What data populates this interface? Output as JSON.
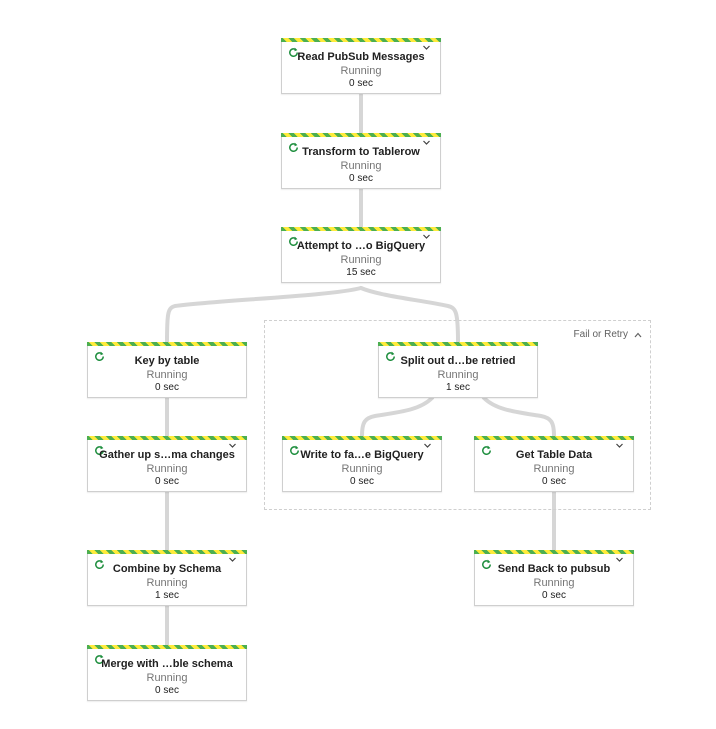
{
  "group": {
    "label": "Fail or Retry"
  },
  "steps": [
    {
      "title": "Read PubSub Messages",
      "status": "Running",
      "time": "0 sec"
    },
    {
      "title": "Transform to Tablerow",
      "status": "Running",
      "time": "0 sec"
    },
    {
      "title": "Attempt to …o BigQuery",
      "status": "Running",
      "time": "15 sec"
    },
    {
      "title": "Key by table",
      "status": "Running",
      "time": "0 sec"
    },
    {
      "title": "Gather up s…ma changes",
      "status": "Running",
      "time": "0 sec"
    },
    {
      "title": "Combine by Schema",
      "status": "Running",
      "time": "1 sec"
    },
    {
      "title": "Merge with …ble schema",
      "status": "Running",
      "time": "0 sec"
    },
    {
      "title": "Split out d…be retried",
      "status": "Running",
      "time": "1 sec"
    },
    {
      "title": "Write to fa…e BigQuery",
      "status": "Running",
      "time": "0 sec"
    },
    {
      "title": "Get Table Data",
      "status": "Running",
      "time": "0 sec"
    },
    {
      "title": "Send Back to pubsub",
      "status": "Running",
      "time": "0 sec"
    }
  ],
  "icons": {
    "status": "running-refresh-icon",
    "expand": "chevron-down-icon",
    "collapse": "chevron-up-icon"
  },
  "colors": {
    "running_icon": "#1e8e3e",
    "stripe_green": "#4caf50",
    "stripe_yellow": "#ffeb3b",
    "connector": "#d6d6d6"
  }
}
